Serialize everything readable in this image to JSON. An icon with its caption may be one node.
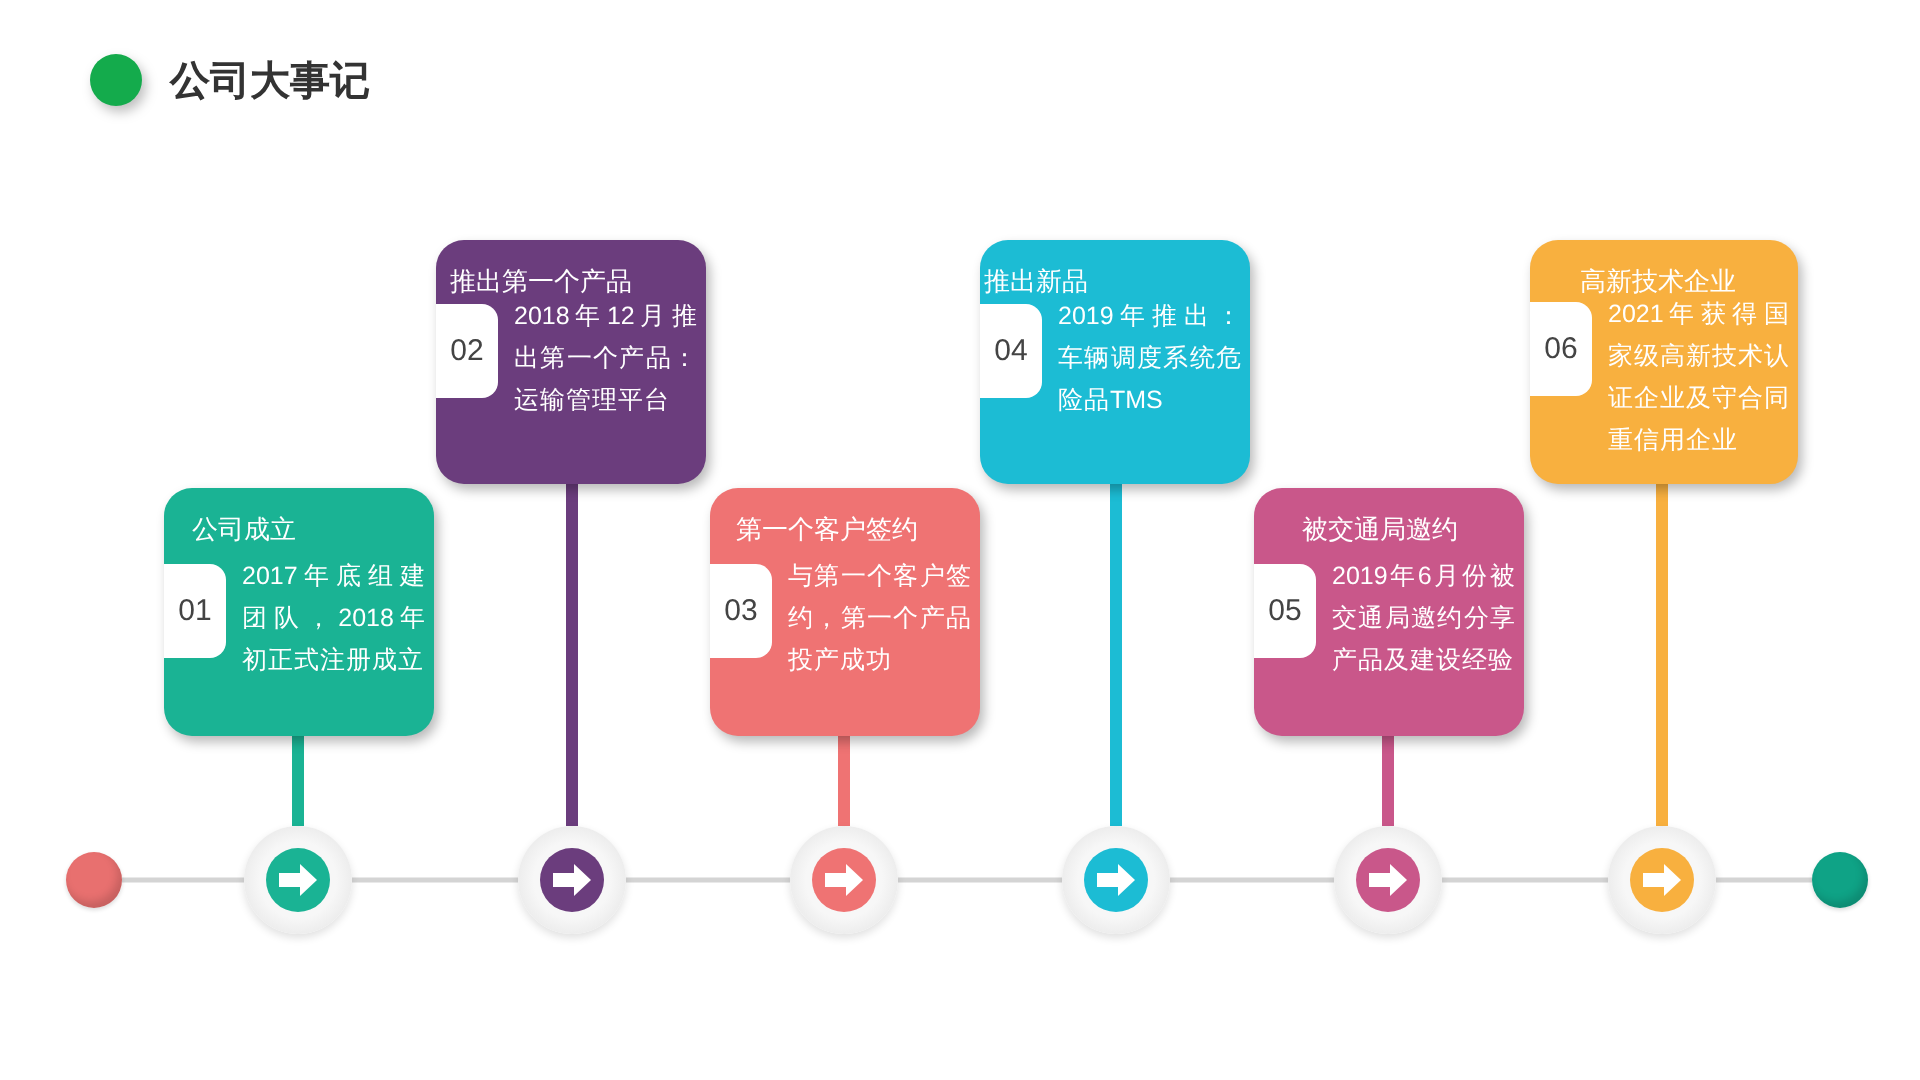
{
  "diagram": {
    "title": "公司大事记",
    "nodes": [
      {
        "text": [
          "公司成立",
          "01",
          "2017年底组建团队，2018年初正式注册成立"
        ]
      },
      {
        "text": [
          "推出第一个产品",
          "02",
          "2018年12月推出第一个产品：运输管理平台"
        ]
      },
      {
        "text": [
          "第一个客户签约",
          "03",
          "与第一个客户签约，第一个产品投产成功"
        ]
      },
      {
        "text": [
          "推出新品",
          "04",
          "2019年推出：车辆调度系统危险品TMS"
        ]
      },
      {
        "text": [
          "被交通局邀约",
          "05",
          "2019年6月份被交通局邀约分享产品及建设经验"
        ]
      },
      {
        "text": [
          "高新技术企业",
          "06",
          "2021年获得国家级高新技术认证企业及守合同重信用企业"
        ]
      },
      {
        "text": [],
        "shape": "circle"
      },
      {
        "text": [],
        "shape": "circle"
      },
      {
        "text": [],
        "shape": "circle"
      },
      {
        "text": [],
        "shape": "circle"
      },
      {
        "text": [],
        "shape": "circle"
      },
      {
        "text": [],
        "shape": "circle"
      },
      {
        "text": [],
        "shape": "circle"
      },
      {
        "text": [],
        "shape": "circle"
      }
    ],
    "edges": [
      {
        "from": 0,
        "to": 7,
        "arrow": "none",
        "style": "thick",
        "color": "#1ab394"
      },
      {
        "from": 1,
        "to": 8,
        "arrow": "none",
        "style": "thick",
        "color": "#6b3d7d"
      },
      {
        "from": 2,
        "to": 9,
        "arrow": "none",
        "style": "thick",
        "color": "#ef7373"
      },
      {
        "from": 3,
        "to": 10,
        "arrow": "none",
        "style": "thick",
        "color": "#1cbcd4"
      },
      {
        "from": 4,
        "to": 11,
        "arrow": "none",
        "style": "thick",
        "color": "#c9578a"
      },
      {
        "from": 5,
        "to": 12,
        "arrow": "none",
        "style": "thick",
        "color": "#f8b03f"
      },
      {
        "from": 6,
        "to": 7,
        "arrow": "none"
      },
      {
        "from": 7,
        "to": 8,
        "arrow": "none"
      },
      {
        "from": 8,
        "to": 9,
        "arrow": "none"
      },
      {
        "from": 9,
        "to": 10,
        "arrow": "none"
      },
      {
        "from": 10,
        "to": 11,
        "arrow": "none"
      },
      {
        "from": 11,
        "to": 12,
        "arrow": "none"
      },
      {
        "from": 12,
        "to": 13,
        "arrow": "none"
      }
    ]
  }
}
